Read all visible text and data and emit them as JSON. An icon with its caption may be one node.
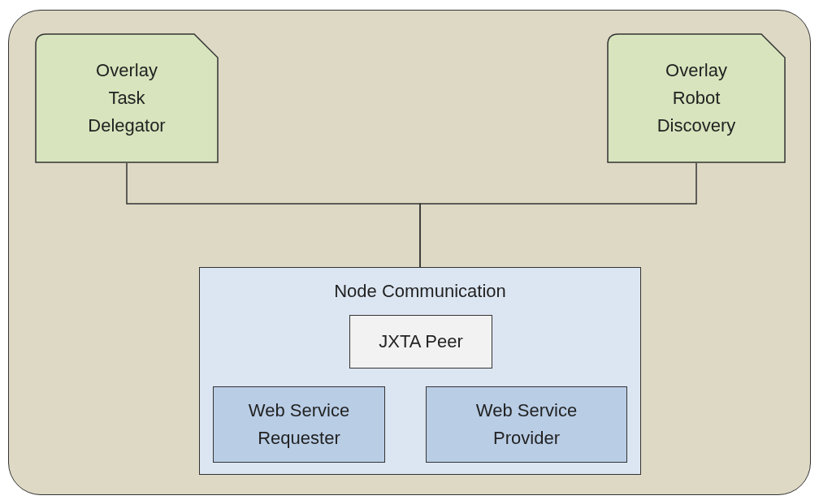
{
  "diagram": {
    "nodes": [
      {
        "text": [],
        "shape": "box"
      },
      {
        "text": [
          "Overlay Task Delegator"
        ],
        "in": 0
      },
      {
        "text": [
          "Overlay Robot Discovery"
        ],
        "in": 0
      },
      {
        "text": [
          "Node Communication"
        ],
        "in": 0
      },
      {
        "text": [
          "JXTA Peer"
        ],
        "in": 3
      },
      {
        "text": [
          "Web Service Requester"
        ],
        "in": 3
      },
      {
        "text": [
          "Web Service Provider"
        ],
        "in": 3
      }
    ],
    "edges": [
      {
        "from": 1,
        "to": 3,
        "arrow": "none"
      },
      {
        "from": 2,
        "to": 3,
        "arrow": "none"
      }
    ]
  }
}
